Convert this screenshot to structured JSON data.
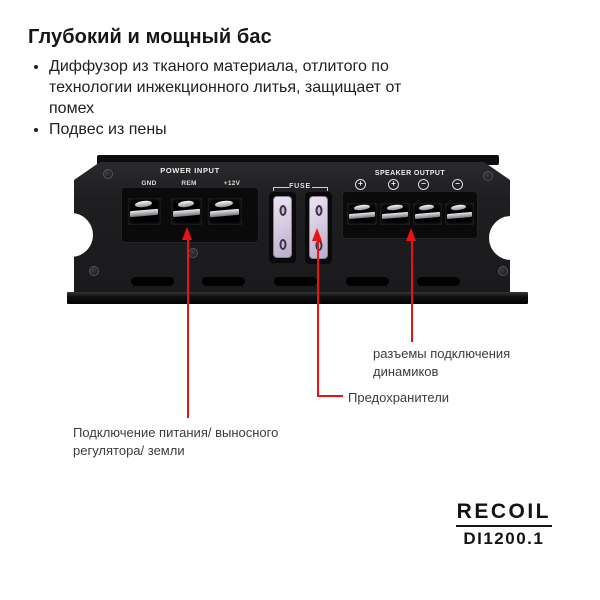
{
  "page": {
    "title": "Глубокий и мощный бас",
    "bullets": [
      "Диффузор из тканого материала, отлитого по технологии инжекционного литья, защищает от помех",
      "Подвес из пены"
    ]
  },
  "amp": {
    "power_input": {
      "title": "POWER INPUT",
      "terminals": [
        "GND",
        "REM",
        "+12V"
      ]
    },
    "fuse": {
      "title": "FUSE"
    },
    "speaker_output": {
      "title": "SPEAKER OUTPUT",
      "polarity": [
        "+",
        "+",
        "−",
        "−"
      ]
    }
  },
  "callouts": {
    "power": "Подключение питания/ выносного регулятора/ земли",
    "fuse": "Предохранители",
    "speaker": "разъемы подключения динамиков"
  },
  "brand": {
    "logo": "RECOIL",
    "model": "DI1200.1"
  },
  "colors": {
    "accent_red": "#ee1111",
    "amp_body": "#1d1d1f",
    "fuse_holder": "#d8cde2",
    "page_bg": "#ffffff"
  }
}
